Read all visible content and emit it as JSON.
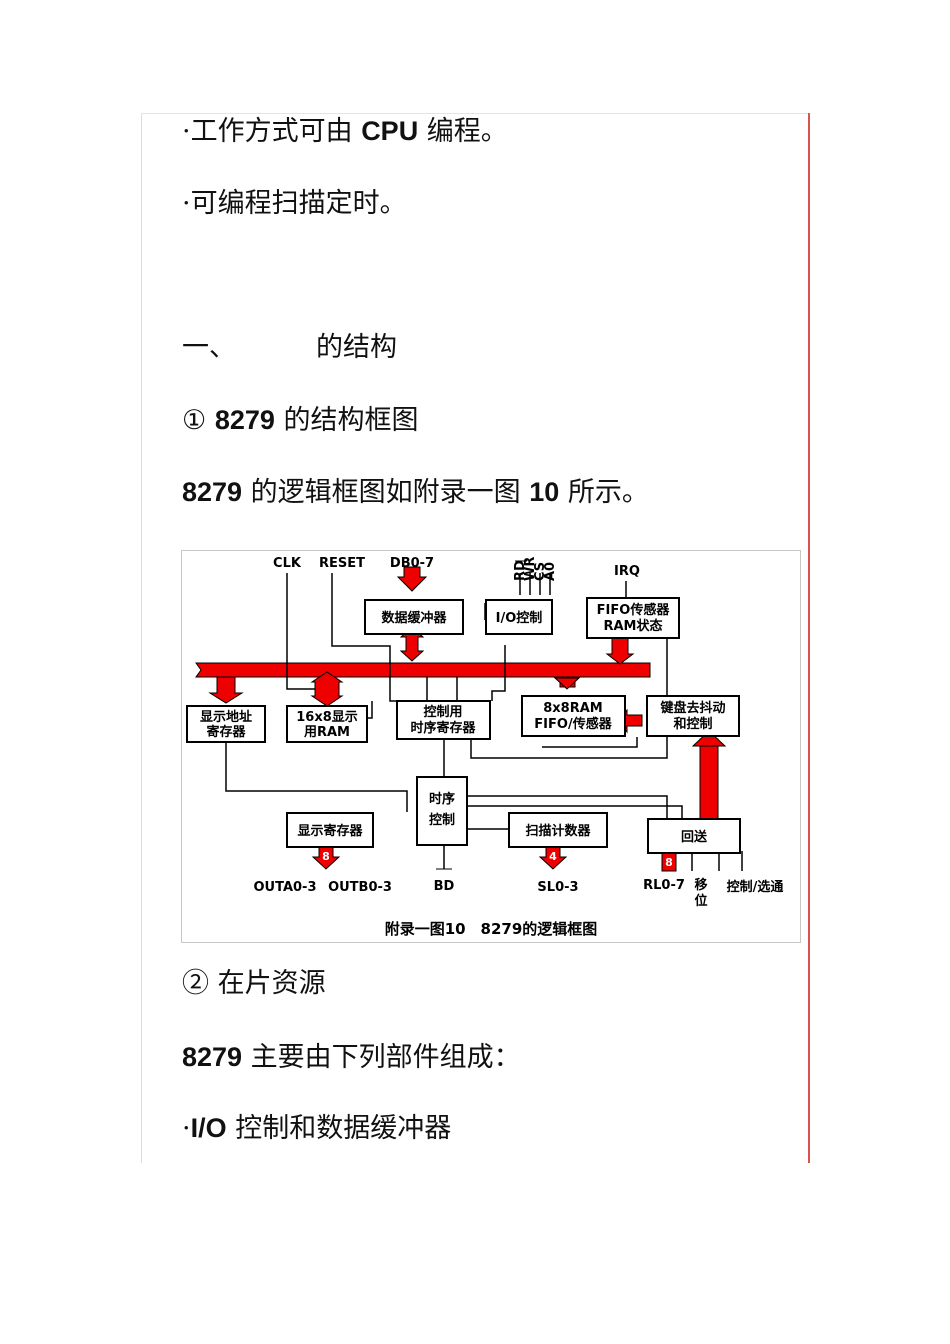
{
  "paragraphs": {
    "p1_bullet": "·",
    "p1_a": "工作方式可由",
    "p1_b": "CPU",
    "p1_c": "编程。",
    "p2": "·可编程扫描定时。",
    "h1_prefix": "一、",
    "h1_text": "的结构",
    "h2_prefix": "①",
    "h2_bold": "8279",
    "h2_text": "的结构框图",
    "p3_bold1": "8279",
    "p3_a": "的逻辑框图如附录一图",
    "p3_bold2": "10",
    "p3_b": "所示。",
    "h3_prefix": "②",
    "h3_text": "在片资源",
    "p4_bold": "8279",
    "p4_text": "主要由下列部件组成：",
    "p5_bullet": "·",
    "p5_bold": "I/O",
    "p5_text": "控制和数据缓冲器"
  },
  "figure": {
    "caption": "附录一图10　8279的逻辑框图",
    "signals": {
      "clk": "CLK",
      "reset": "RESET",
      "db": "DB0-7",
      "rd": "RD",
      "wr": "WR",
      "cs": "CS",
      "a0": "A0",
      "irq": "IRQ",
      "outa": "OUTA0-3",
      "outb": "OUTB0-3",
      "bd": "BD",
      "sl": "SL0-3",
      "rl": "RL0-7",
      "shift": "移\n位",
      "ctrl": "控制/选通"
    },
    "blocks": {
      "data_buffer": "数据缓冲器",
      "io_control": "I/O控制",
      "fifo_status_1": "FIFO传感器",
      "fifo_status_2": "RAM状态",
      "disp_addr_1": "显示地址",
      "disp_addr_2": "寄存器",
      "disp_ram_1": "16x8显示",
      "disp_ram_2": "用RAM",
      "ctrl_timing_1": "控制用",
      "ctrl_timing_2": "时序寄存器",
      "fifo_ram_1": "8x8RAM",
      "fifo_ram_2": "FIFO/传感器",
      "kbd_1": "键盘去抖动",
      "kbd_2": "和控制",
      "timing_1": "时序",
      "timing_2": "控制",
      "disp_reg": "显示寄存器",
      "scan_counter": "扫描计数器",
      "return": "回送"
    },
    "bus_widths": {
      "out": "8",
      "sl": "4",
      "rl": "8"
    }
  }
}
